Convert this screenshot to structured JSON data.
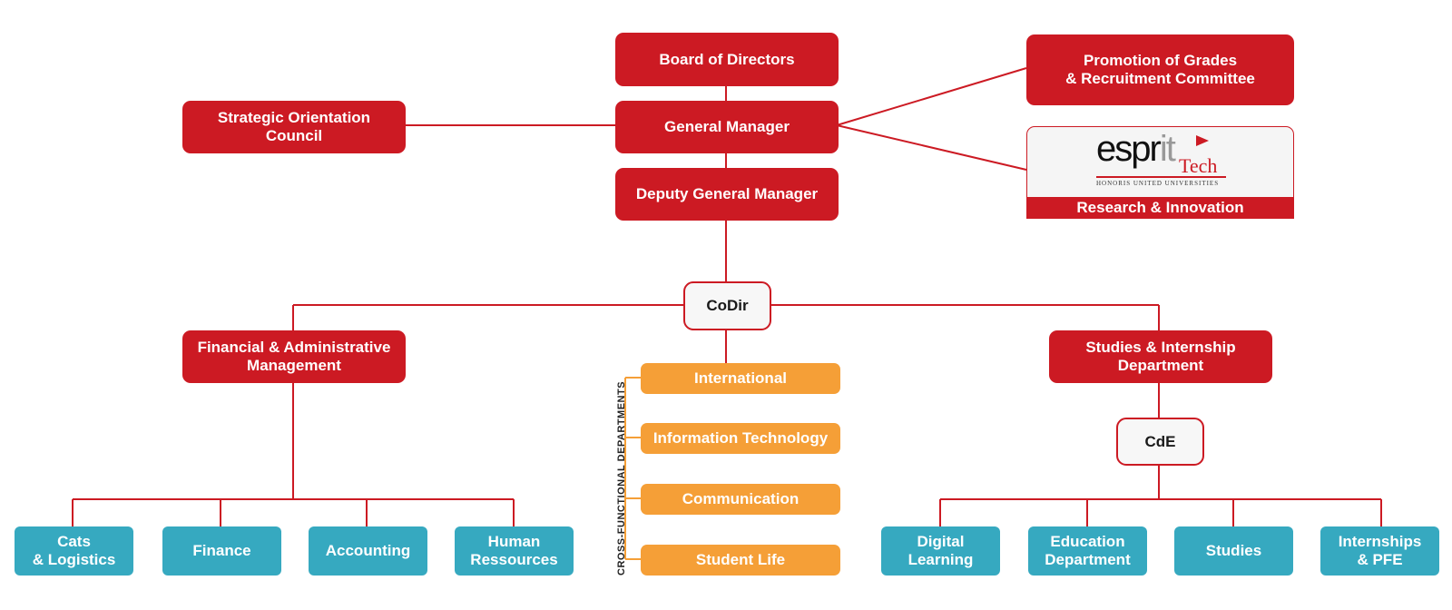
{
  "title": "Esprit Tech organizational chart",
  "colors": {
    "management": "#cc1a23",
    "cross_functional": "#f59f37",
    "services": "#36a9c0",
    "connector": "#cc1a23"
  },
  "top": {
    "board": "Board of Directors",
    "general_manager": "General Manager",
    "deputy": "Deputy General Manager",
    "strategic_council": "Strategic Orientation\nCouncil",
    "promotion_committee": "Promotion of Grades\n& Recruitment Committee"
  },
  "research": {
    "logo_text_main": "espr",
    "logo_text_it": "it",
    "logo_text_tech": "Tech",
    "logo_tagline": "HONORIS UNITED UNIVERSITIES",
    "label": "Research & Innovation"
  },
  "codir": "CoDir",
  "financial": {
    "title": "Financial & Administrative\nManagement",
    "children": [
      "Cats\n& Logistics",
      "Finance",
      "Accounting",
      "Human\nRessources"
    ]
  },
  "cross_functional": {
    "label": "CROSS-FUNCTIONAL DEPARTMENTS",
    "items": [
      "International",
      "Information Technology",
      "Communication",
      "Student Life"
    ]
  },
  "studies": {
    "title": "Studies & Internship\nDepartment",
    "cde": "CdE",
    "children": [
      "Digital\nLearning",
      "Education\nDepartment",
      "Studies",
      "Internships\n& PFE"
    ]
  }
}
